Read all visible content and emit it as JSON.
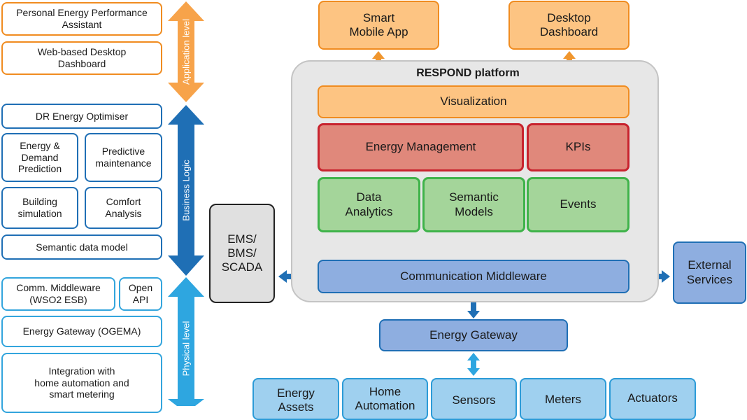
{
  "left": {
    "application": [
      "Personal Energy Performance\nAssistant",
      "Web-based Desktop\nDashboard"
    ],
    "business": [
      "DR Energy Optimiser",
      "Energy &\nDemand\nPrediction",
      "Predictive\nmaintenance",
      "Building\nsimulation",
      "Comfort\nAnalysis",
      "Semantic data model"
    ],
    "physical": [
      "Comm. Middleware\n(WSO2 ESB)",
      "Open\nAPI",
      "Energy Gateway (OGEMA)",
      "Integration with\nhome automation and\nsmart metering"
    ]
  },
  "levels": {
    "application": "Application level",
    "business": "Business Logic",
    "physical": "Physical level"
  },
  "top": {
    "mobile": "Smart\nMobile App",
    "desktop": "Desktop\nDashboard"
  },
  "platform": {
    "title": "RESPOND platform",
    "visualization": "Visualization",
    "energy_management": "Energy Management",
    "kpis": "KPIs",
    "data_analytics": "Data\nAnalytics",
    "semantic_models": "Semantic\nModels",
    "events": "Events",
    "comm_middleware": "Communication Middleware"
  },
  "ems": "EMS/\nBMS/\nSCADA",
  "external": "External\nServices",
  "gateway": "Energy Gateway",
  "devices": [
    "Energy\nAssets",
    "Home\nAutomation",
    "Sensors",
    "Meters",
    "Actuators"
  ],
  "colors": {
    "application": "#f08c20",
    "business": "#1f6fb5",
    "physical": "#33a5dd",
    "connector": "#1f6fb5"
  }
}
